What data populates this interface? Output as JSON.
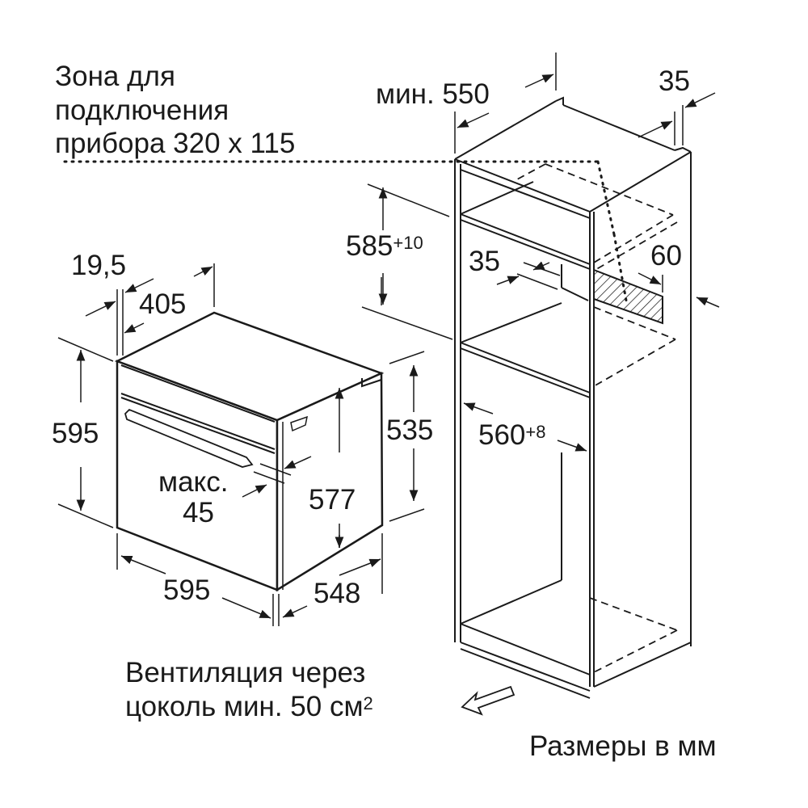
{
  "connection_zone": {
    "line1": "Зона для",
    "line2": "подключения",
    "line3": "прибора 320 x 115"
  },
  "cabinet": {
    "min_width": "мин. 550",
    "top_offset": "35",
    "niche_height": "585",
    "niche_height_tol": "+10",
    "rear_gap": "35",
    "vent_depth": "60",
    "niche_width": "560",
    "niche_width_tol": "+8"
  },
  "oven": {
    "front_thickness": "19,5",
    "depth_top": "405",
    "height": "595",
    "width": "595",
    "depth": "548",
    "body_height": "535",
    "inner_height": "577",
    "max_label": "макс.",
    "max_value": "45"
  },
  "ventilation": {
    "line1": "Вентиляция через",
    "line2": "цоколь мин. 50 см",
    "sup": "2"
  },
  "units_note": "Размеры в мм",
  "colors": {
    "line": "#1a1a1a",
    "background": "#ffffff"
  }
}
